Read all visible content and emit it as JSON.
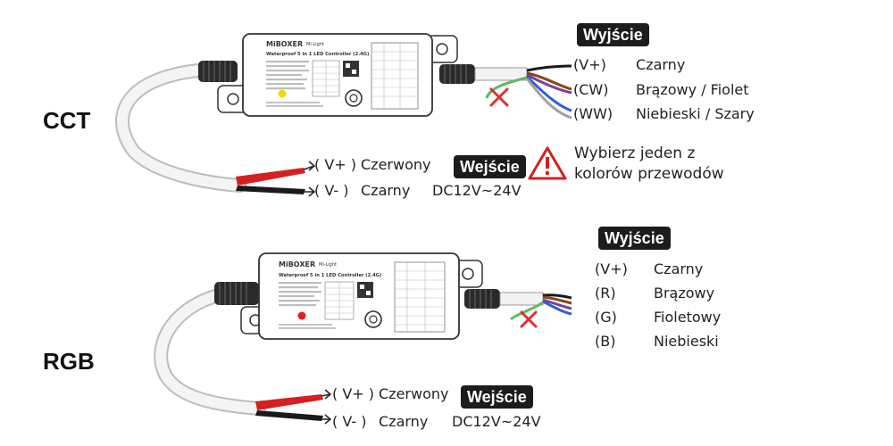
{
  "cct": {
    "label": "CCT",
    "output_badge": "Wyjście",
    "input_badge": "Wejście",
    "controller": {
      "brand": "MiBOXER",
      "sub_brand": "Mi-Light",
      "title": "Waterproof 5 in 1 LED Controller (2.4G)"
    },
    "outputs": [
      {
        "pin": "(V+)",
        "color": "Czarny"
      },
      {
        "pin": "(CW)",
        "color": "Brązowy / Fiolet"
      },
      {
        "pin": "(WW)",
        "color": "Niebieski / Szary"
      }
    ],
    "inputs": [
      {
        "pin": "( V+ )",
        "color": "Czerwony"
      },
      {
        "pin": "( V- )",
        "color": "Czarny"
      }
    ],
    "voltage": "DC12V~24V",
    "warning": "Wybierz jeden z kolorów przewodów"
  },
  "rgb": {
    "label": "RGB",
    "output_badge": "Wyjście",
    "input_badge": "Wejście",
    "controller": {
      "brand": "MiBOXER",
      "sub_brand": "Mi-Light",
      "title": "Waterproof 5 in 1 LED Controller (2.4G)"
    },
    "outputs": [
      {
        "pin": "(V+)",
        "color": "Czarny"
      },
      {
        "pin": "(R)",
        "color": "Brązowy"
      },
      {
        "pin": "(G)",
        "color": "Fioletowy"
      },
      {
        "pin": "(B)",
        "color": "Niebieski"
      }
    ],
    "inputs": [
      {
        "pin": "( V+ )",
        "color": "Czerwony"
      },
      {
        "pin": "( V- )",
        "color": "Czarny"
      }
    ],
    "voltage": "DC12V~24V"
  },
  "colors": {
    "badge_bg": "#1c1c1c",
    "wire_black": "#1a1a1a",
    "wire_brown": "#8b4513",
    "wire_purple": "#7b3fa0",
    "wire_blue": "#2f5fd0",
    "wire_grey": "#a0a0a0",
    "wire_green": "#5fb85f",
    "wire_red": "#d42020",
    "cross_red": "#e03030",
    "warning_red": "#d42020",
    "led_cct": "#f5d800",
    "led_rgb": "#e02020"
  }
}
